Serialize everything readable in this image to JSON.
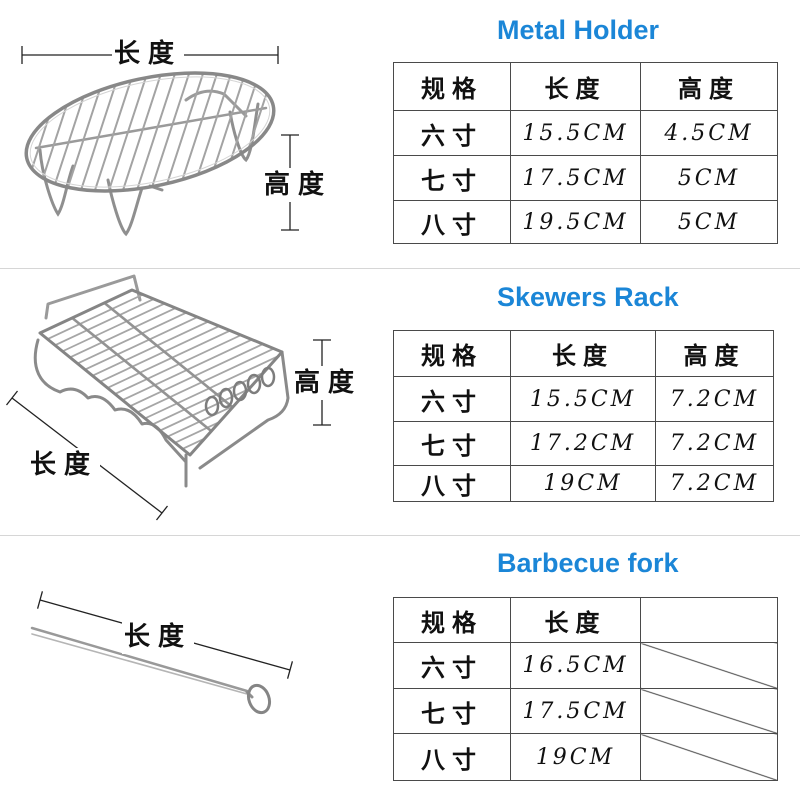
{
  "colors": {
    "title": "#1b86d7",
    "table_border": "#4a4a4a",
    "divider": "#d6d6d6",
    "metal": "#8f8f8f"
  },
  "sections": [
    {
      "title": "Metal Holder",
      "image_icon": "round-rack-icon",
      "dim_length": "长度",
      "dim_height": "高度",
      "headers": [
        "规格",
        "长度",
        "高度"
      ],
      "rows": [
        [
          "六寸",
          "15.5CM",
          "4.5CM"
        ],
        [
          "七寸",
          "17.5CM",
          "5CM"
        ],
        [
          "八寸",
          "19.5CM",
          "5CM"
        ]
      ]
    },
    {
      "title": "Skewers Rack",
      "image_icon": "skewer-rack-icon",
      "dim_length": "长度",
      "dim_height": "高度",
      "headers": [
        "规格",
        "长度",
        "高度"
      ],
      "rows": [
        [
          "六寸",
          "15.5CM",
          "7.2CM"
        ],
        [
          "七寸",
          "17.2CM",
          "7.2CM"
        ],
        [
          "八寸",
          "19CM",
          "7.2CM"
        ]
      ]
    },
    {
      "title": "Barbecue fork",
      "image_icon": "barbecue-fork-icon",
      "dim_length": "长度",
      "headers": [
        "规格",
        "长度"
      ],
      "rows": [
        [
          "六寸",
          "16.5CM"
        ],
        [
          "七寸",
          "17.5CM"
        ],
        [
          "八寸",
          "19CM"
        ]
      ]
    }
  ]
}
